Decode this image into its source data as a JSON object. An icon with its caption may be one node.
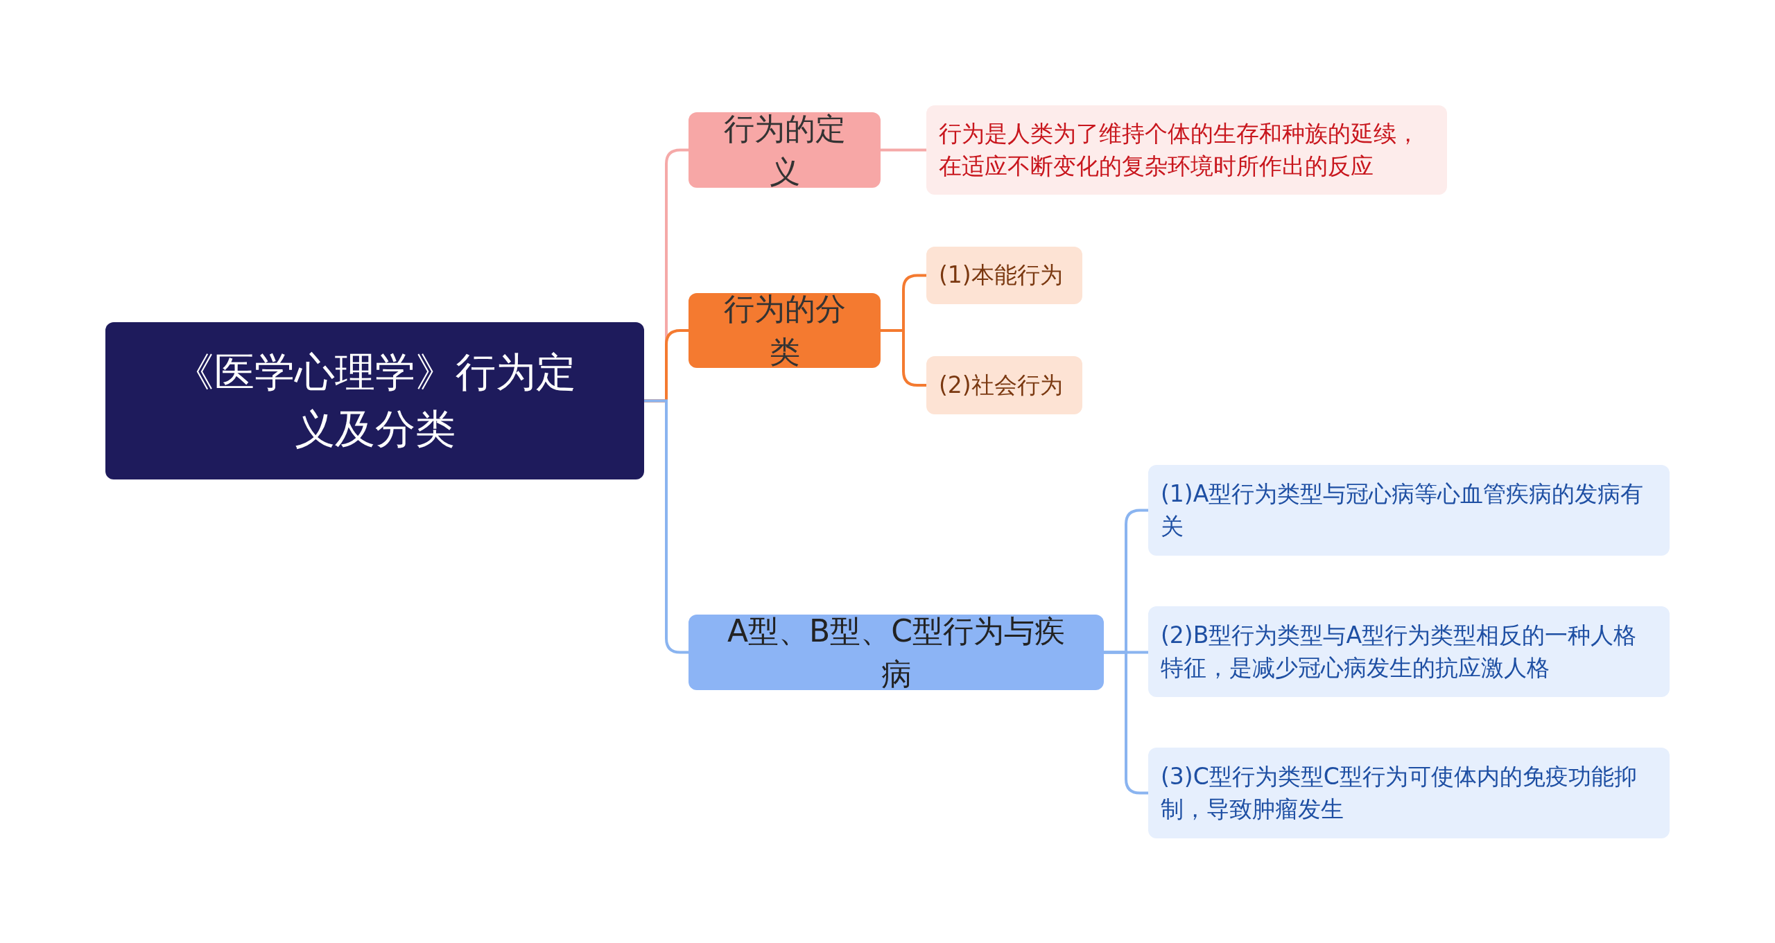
{
  "diagram": {
    "nodes": [
      {
        "text": [
          "《医学心理学》行为定义及分类"
        ]
      },
      {
        "text": [
          "行为的定义"
        ]
      },
      {
        "text": [
          "行为是人类为了维持个体的生存和种族的延续，在适应不断变化的复杂环境时所作出的反应"
        ]
      },
      {
        "text": [
          "行为的分类"
        ]
      },
      {
        "text": [
          "(1)本能行为"
        ]
      },
      {
        "text": [
          "(2)社会行为"
        ]
      },
      {
        "text": [
          "A型、B型、C型行为与疾病"
        ]
      },
      {
        "text": [
          "(1)A型行为类型与冠心病等心血管疾病的发病有关"
        ]
      },
      {
        "text": [
          "(2)B型行为类型与A型行为类型相反的一种人格特征，是减少冠心病发生的抗应激人格"
        ]
      },
      {
        "text": [
          "(3)C型行为类型C型行为可使体内的免疫功能抑制，导致肿瘤发生"
        ]
      }
    ],
    "edges": [
      {
        "from": 0,
        "to": 1,
        "arrow": "none",
        "color": "#f5a9a8"
      },
      {
        "from": 0,
        "to": 3,
        "arrow": "none",
        "color": "#f47a30"
      },
      {
        "from": 0,
        "to": 6,
        "arrow": "none",
        "color": "#8ab4f0"
      },
      {
        "from": 1,
        "to": 2,
        "arrow": "none",
        "color": "#f5a9a8"
      },
      {
        "from": 3,
        "to": 4,
        "arrow": "none",
        "color": "#f47a30"
      },
      {
        "from": 3,
        "to": 5,
        "arrow": "none",
        "color": "#f47a30"
      },
      {
        "from": 6,
        "to": 7,
        "arrow": "none",
        "color": "#8ab4f0"
      },
      {
        "from": 6,
        "to": 8,
        "arrow": "none",
        "color": "#8ab4f0"
      },
      {
        "from": 6,
        "to": 9,
        "arrow": "none",
        "color": "#8ab4f0"
      }
    ]
  }
}
